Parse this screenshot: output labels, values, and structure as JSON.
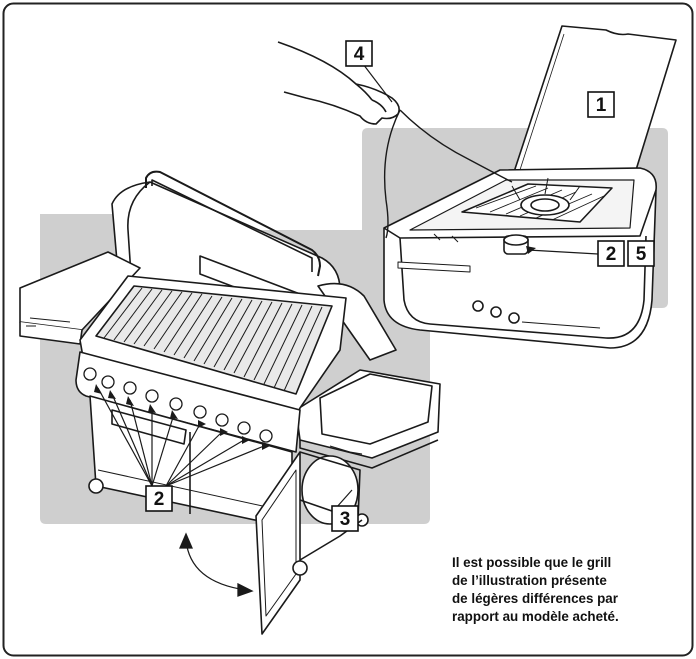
{
  "callouts": {
    "c1": "1",
    "c2a": "2",
    "c2b": "2",
    "c5": "5",
    "c3": "3",
    "c4": "4"
  },
  "note": {
    "line1": "Il est possible que le grill",
    "line2": "de l’illustration présente",
    "line3": "de légères différences par",
    "line4": "rapport au modèle acheté."
  },
  "colors": {
    "shade": "#cfcfcf",
    "ink": "#1a1a1a",
    "paper": "#ffffff"
  }
}
